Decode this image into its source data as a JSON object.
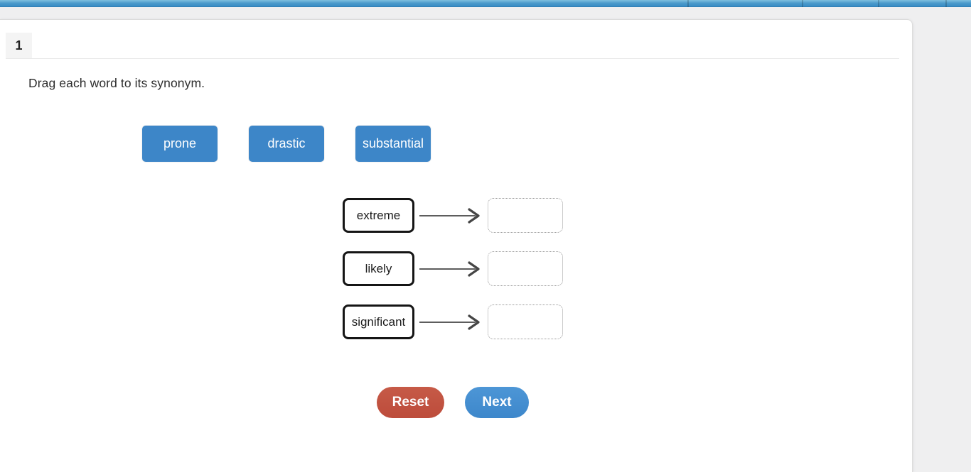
{
  "page": {
    "question_number": "1",
    "instruction": "Drag each word to its synonym."
  },
  "chips": [
    {
      "label": "prone"
    },
    {
      "label": "drastic"
    },
    {
      "label": "substantial"
    }
  ],
  "matches": [
    {
      "word": "extreme"
    },
    {
      "word": "likely"
    },
    {
      "word": "significant"
    }
  ],
  "buttons": {
    "reset": "Reset",
    "next": "Next"
  },
  "icons": {
    "arrow": "arrow-right-icon"
  },
  "colors": {
    "chip_blue": "#3d86c8",
    "next_blue": "#428ed3",
    "reset_red": "#c05340",
    "topbar_blue": "#3a8ec6",
    "background_gray": "#efeff0"
  }
}
